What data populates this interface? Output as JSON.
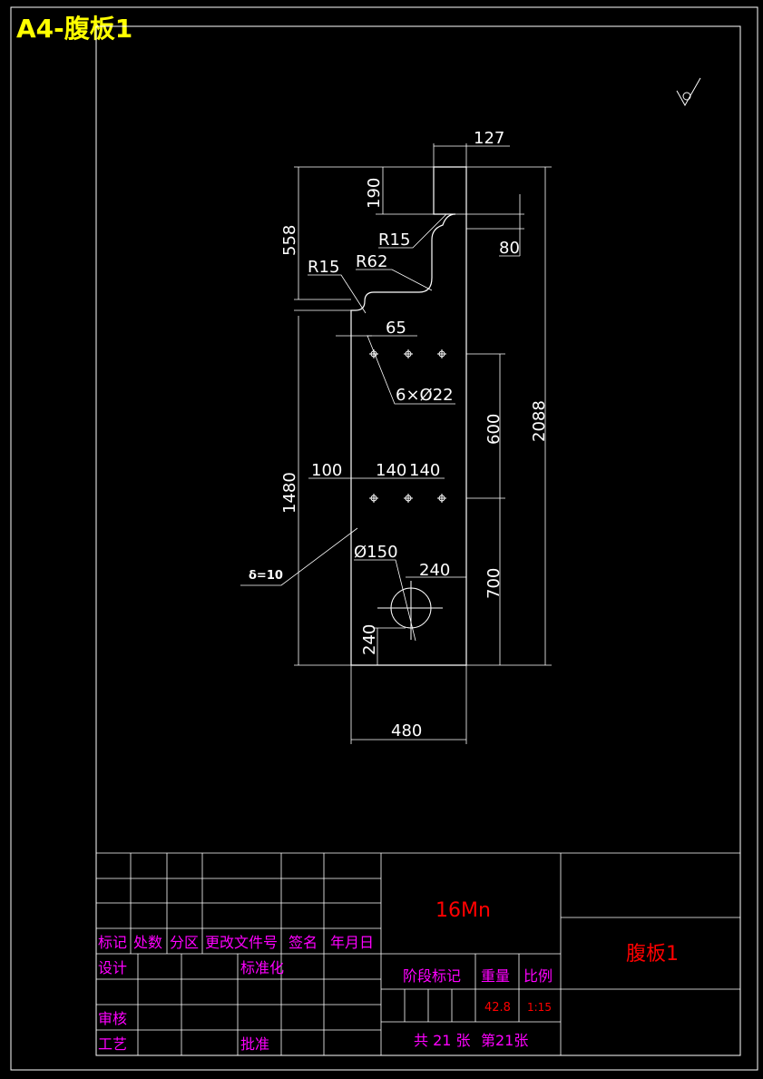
{
  "sheet_title": "A4-腹板1",
  "dimensions": {
    "top_width": "127",
    "top_height": "190",
    "r_small_top": "R15",
    "step_offset": "80",
    "upper_height": "558",
    "r_small_left": "R15",
    "r_large": "R62",
    "hole_offset": "65",
    "holes_callout": "6×Ø22",
    "hole_spacing_v": "600",
    "total_height": "2088",
    "left_height": "1480",
    "edge_100": "100",
    "pitch_140a": "140",
    "pitch_140b": "140",
    "big_hole": "Ø150",
    "big_hole_x": "240",
    "lower_700": "700",
    "big_hole_y": "240",
    "thickness": "δ=10",
    "bottom_width": "480"
  },
  "title_block": {
    "headers": [
      "标记",
      "处数",
      "分区",
      "更改文件号",
      "签名",
      "年月日"
    ],
    "design": "设计",
    "standardization": "标准化",
    "review": "审核",
    "process": "工艺",
    "approve": "批准",
    "material": "16Mn",
    "part_name": "腹板1",
    "stage_mark": "阶段标记",
    "weight_label": "重量",
    "scale_label": "比例",
    "weight_value": "42.8",
    "scale_value": "1:15",
    "sheets_total": "共 21 张",
    "sheet_number": "第21张"
  },
  "colors": {
    "background": "#000000",
    "lines": "#ffffff",
    "title": "#ffff00",
    "labels": "#ff00ff",
    "values": "#ff0000"
  }
}
